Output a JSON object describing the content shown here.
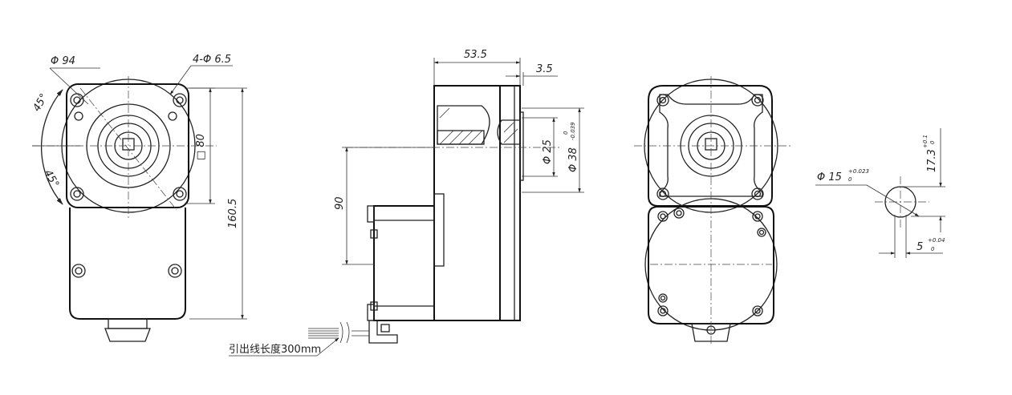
{
  "front_view": {
    "flange_dia": "Φ 94",
    "bolt_holes": "4-Φ 6.5",
    "angle_top": "45°",
    "angle_bottom": "45°",
    "square": "□ 80",
    "height": "160.5"
  },
  "side_view": {
    "length": "53.5",
    "shoulder": "3.5",
    "shaft_dia": "Φ 25",
    "pilot_dia": "Φ 38",
    "pilot_tol_upper": "0",
    "pilot_tol_lower": "-0.039",
    "center_height": "90",
    "lead_note": "引出线长度300mm"
  },
  "shaft_detail": {
    "dia": "Φ 15",
    "dia_tol_upper": "+0.023",
    "dia_tol_lower": "0",
    "key_height": "17.3",
    "key_height_tol_upper": "+0.1",
    "key_height_tol_lower": "0",
    "key_width": "5",
    "key_width_tol_upper": "+0.04",
    "key_width_tol_lower": "0"
  }
}
